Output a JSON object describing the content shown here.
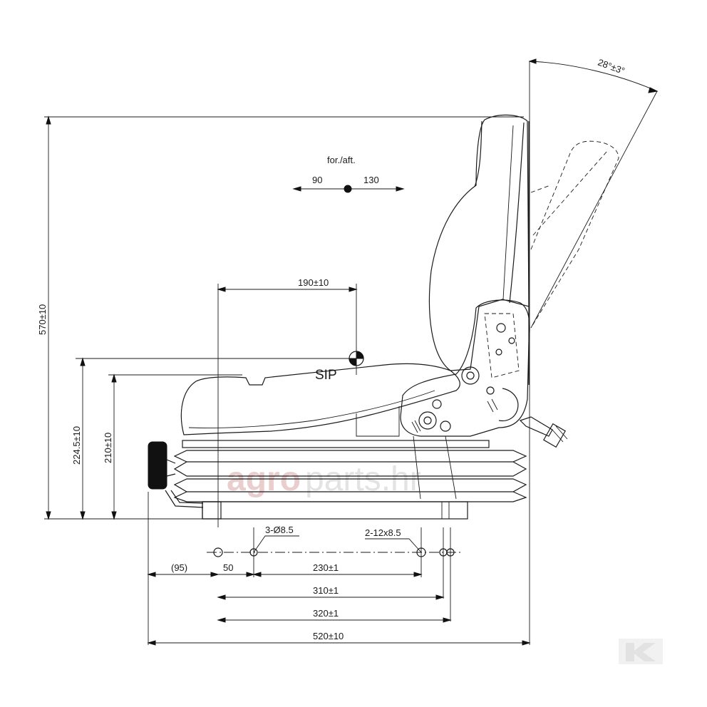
{
  "labels": {
    "recline": "28°±3°",
    "fore_aft": "for./aft.",
    "fore": "90",
    "aft": "130",
    "sip_distance": "190±10",
    "sip": "SIP",
    "height_total": "570±10",
    "height_sip": "224.5±10",
    "height_cushion": "210±10",
    "holes_a": "3-Ø8.5",
    "holes_b": "2-12x8.5",
    "dim_95": "(95)",
    "dim_50": "50",
    "dim_230": "230±1",
    "dim_310": "310±1",
    "dim_320": "320±1",
    "dim_520": "520±10"
  },
  "watermark": {
    "part1": "agro",
    "part2": "parts.hr"
  },
  "colors": {
    "line": "#1a1a1a",
    "watermark_red": "#d8a4a4",
    "watermark_grey": "#c8c8c8"
  }
}
